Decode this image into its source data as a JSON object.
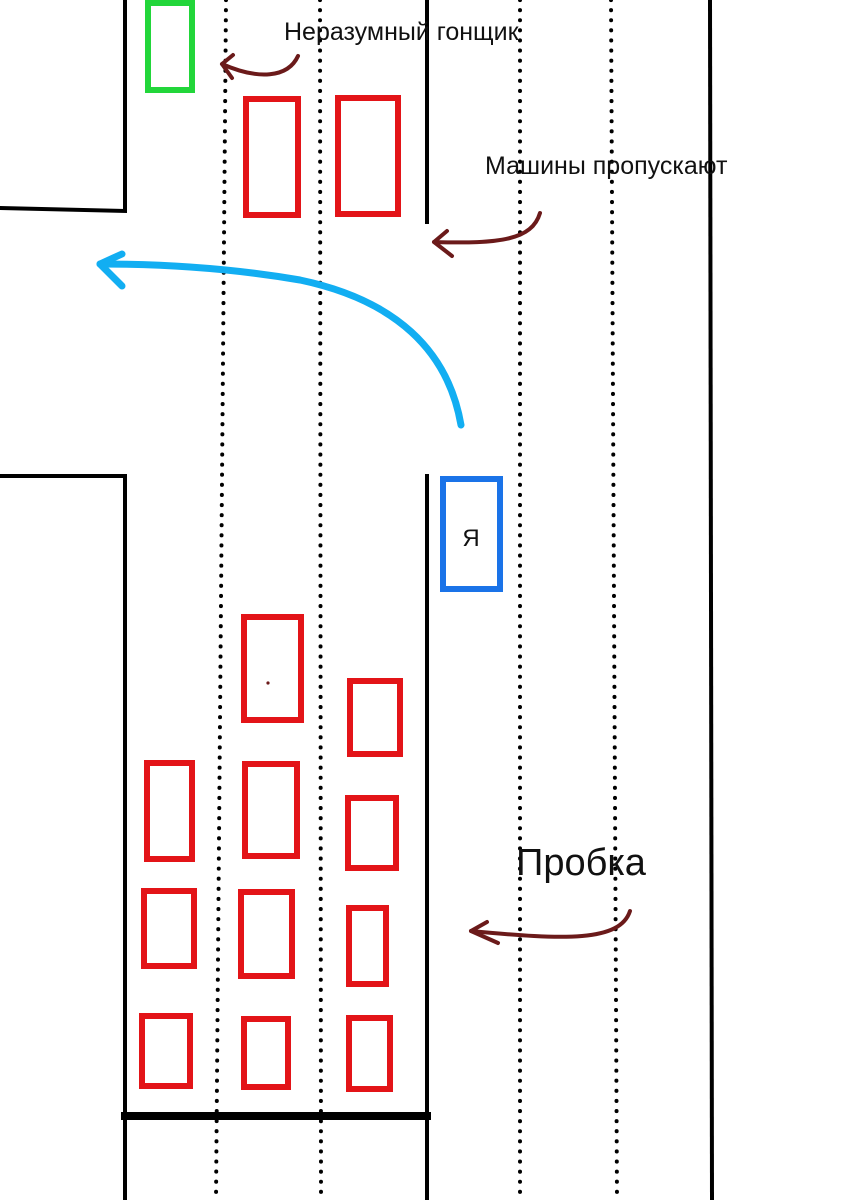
{
  "colors": {
    "road_edge": "#000000",
    "lane_dots": "#000000",
    "traffic_car": "#e31418",
    "racer_car": "#22d63a",
    "my_car": "#1a73e8",
    "turn_arrow": "#12aef2",
    "pointer_arrow": "#6b1a1a"
  },
  "labels": {
    "racer": "Неразумный гонщик",
    "yielding": "Машины пропускают",
    "jam": "Пробка",
    "me": "Я"
  },
  "icons": {
    "turn_path": "left-turn-arrow-icon",
    "pointers": "curved-pointer-arrow-icon"
  }
}
